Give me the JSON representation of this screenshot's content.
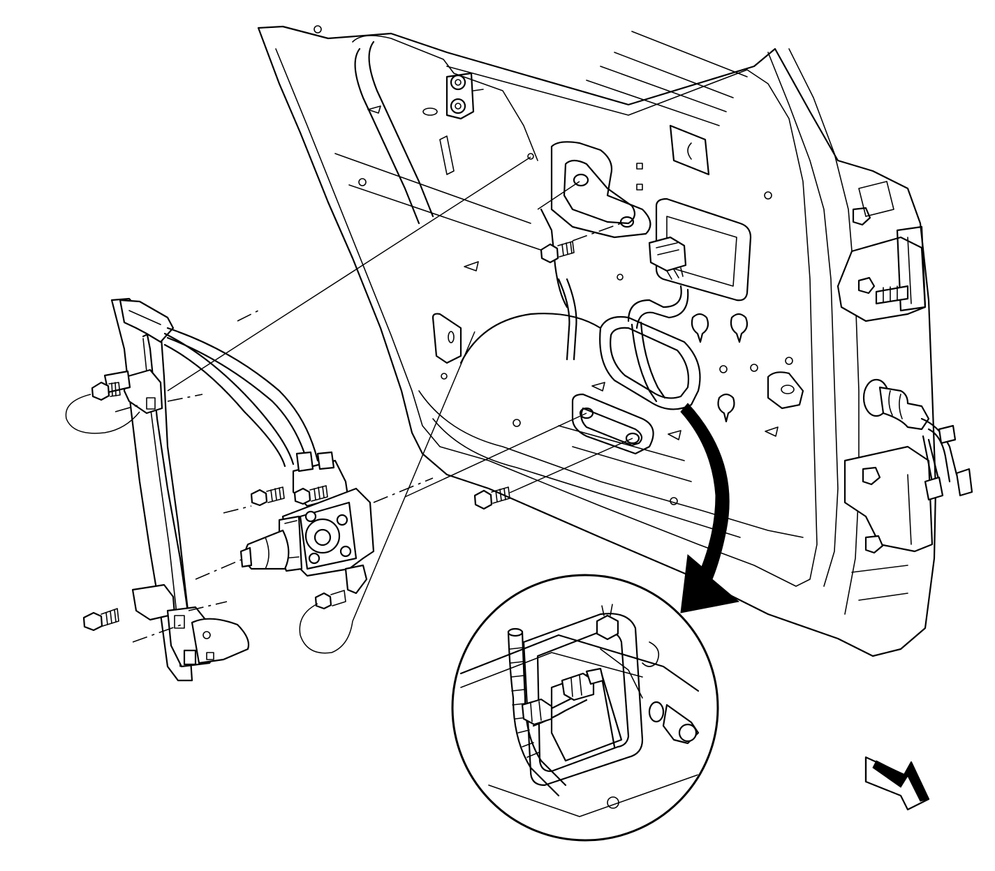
{
  "figure": {
    "kind": "exploded service diagram",
    "colors": {
      "line": "#000000",
      "background": "#ffffff"
    },
    "parts": [
      "door-inner-panel",
      "window-regulator-rail",
      "window-regulator-motor",
      "regulator-bolt-upper",
      "regulator-bolt-lower",
      "panel-bolt",
      "door-hinge-upper",
      "door-hinge-lower",
      "wiring-harness",
      "harness-connector",
      "callout-arrow",
      "detail-view-connector",
      "orientation-arrow"
    ]
  }
}
